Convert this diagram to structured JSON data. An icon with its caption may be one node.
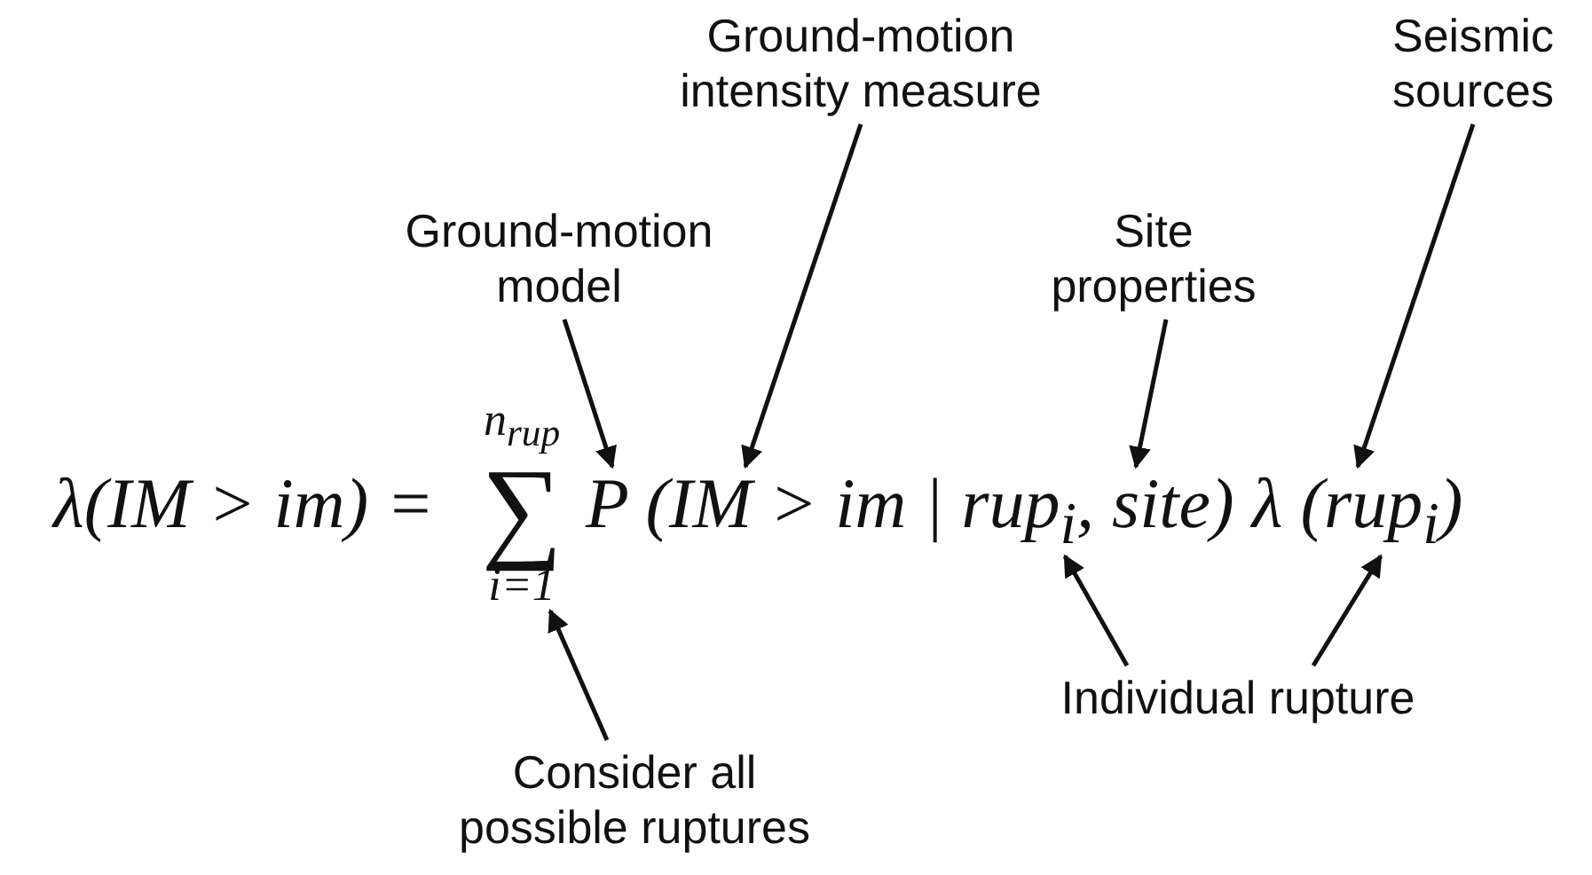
{
  "diagram": {
    "nodes": [
      {
        "text": [
          "Ground-motion intensity measure"
        ]
      },
      {
        "text": [
          "Seismic sources"
        ]
      },
      {
        "text": [
          "Ground-motion model"
        ]
      },
      {
        "text": [
          "Site properties"
        ]
      },
      {
        "text": [
          "n$_{rup}$",
          "∑",
          "i=1"
        ]
      },
      {
        "text": [
          "P (IM > im | rup$_{i}$, site) λ (rup$_{i}$)"
        ]
      },
      {
        "text": [
          "Individual rupture"
        ]
      },
      {
        "text": [
          "Consider all possible ruptures"
        ]
      }
    ],
    "edges": [
      {
        "from": 2,
        "to": 5,
        "arrow": "to"
      },
      {
        "from": 0,
        "to": 5,
        "arrow": "to"
      },
      {
        "from": 3,
        "to": 5,
        "arrow": "to"
      },
      {
        "from": 1,
        "to": 5,
        "arrow": "to"
      },
      {
        "from": 6,
        "to": 5,
        "arrow": "to"
      },
      {
        "from": 6,
        "to": 5,
        "arrow": "to"
      },
      {
        "from": 7,
        "to": 4,
        "arrow": "to"
      }
    ],
    "labels": [
      "λ(IM > im) ="
    ]
  }
}
